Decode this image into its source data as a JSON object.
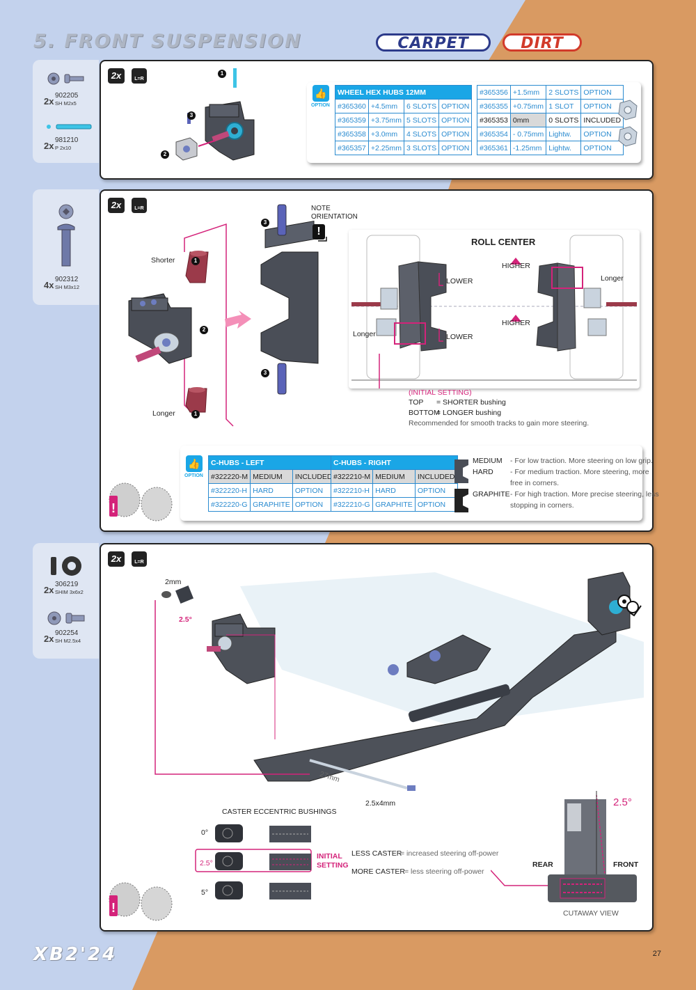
{
  "header": {
    "section_title": "5. FRONT SUSPENSION",
    "badge_carpet": "CARPET",
    "badge_dirt": "DIRT"
  },
  "colors": {
    "blue_bg": "#c3d2ed",
    "orange_bg": "#d99a62",
    "accent_magenta": "#d4237a",
    "option_blue": "#1aa6e6"
  },
  "step1": {
    "parts": [
      {
        "qty": "2x",
        "code": "902205",
        "desc": "SH M2x5"
      },
      {
        "qty": "2x",
        "code": "981210",
        "desc": "P 2x10"
      }
    ],
    "multiplier": "2x",
    "lr": "L=R",
    "callouts": [
      "1",
      "2",
      "3"
    ],
    "option_label": "OPTION",
    "hubs_header": "WHEEL HEX HUBS 12MM",
    "hubs_left": [
      [
        "#365360",
        "+4.5mm",
        "6 SLOTS",
        "OPTION"
      ],
      [
        "#365359",
        "+3.75mm",
        "5 SLOTS",
        "OPTION"
      ],
      [
        "#365358",
        "+3.0mm",
        "4 SLOTS",
        "OPTION"
      ],
      [
        "#365357",
        "+2.25mm",
        "3 SLOTS",
        "OPTION"
      ]
    ],
    "hubs_right": [
      [
        "#365356",
        "+1.5mm",
        "2 SLOTS",
        "OPTION"
      ],
      [
        "#365355",
        "+0.75mm",
        "1 SLOT",
        "OPTION"
      ],
      [
        "#365353",
        "0mm",
        "0 SLOTS",
        "INCLUDED"
      ],
      [
        "#365354",
        "- 0.75mm",
        "Lightw.",
        "OPTION"
      ],
      [
        "#365361",
        "-1.25mm",
        "Lightw.",
        "OPTION"
      ]
    ]
  },
  "step2": {
    "parts": [
      {
        "qty": "4x",
        "code": "902312",
        "desc": "SH M3x12"
      }
    ],
    "multiplier": "2x",
    "lr": "L=R",
    "label_shorter": "Shorter",
    "label_longer": "Longer",
    "note": "NOTE\nORIENTATION",
    "roll_center": {
      "title": "ROLL CENTER",
      "lower1": "LOWER",
      "lower2": "LOWER",
      "higher1": "HIGHER",
      "higher2": "HIGHER",
      "longer_left": "Longer",
      "longer_right": "Longer"
    },
    "initial": {
      "title": "(INITIAL SETTING)",
      "top_label": "TOP",
      "top_value": "= SHORTER bushing",
      "bottom_label": "BOTTOM",
      "bottom_value": "= LONGER bushing",
      "recommend": "Recommended for smooth tracks to gain more steering."
    },
    "option_label": "OPTION",
    "chubs_left_header": "C-HUBS - LEFT",
    "chubs_left": [
      [
        "#322220-M",
        "MEDIUM",
        "INCLUDED"
      ],
      [
        "#322220-H",
        "HARD",
        "OPTION"
      ],
      [
        "#322220-G",
        "GRAPHITE",
        "OPTION"
      ]
    ],
    "chubs_right_header": "C-HUBS - RIGHT",
    "chubs_right": [
      [
        "#322210-M",
        "MEDIUM",
        "INCLUDED"
      ],
      [
        "#322210-H",
        "HARD",
        "OPTION"
      ],
      [
        "#322210-G",
        "GRAPHITE",
        "OPTION"
      ]
    ],
    "materials": [
      {
        "name": "MEDIUM",
        "desc": "- For low traction. More steering on low grip."
      },
      {
        "name": "HARD",
        "desc": "- For medium traction. More steering, more",
        "desc2": "free in corners."
      },
      {
        "name": "GRAPHITE",
        "desc": "- For high traction. More precise steering, less",
        "desc2": "stopping in corners."
      }
    ]
  },
  "step3": {
    "parts": [
      {
        "qty": "2x",
        "code": "306219",
        "desc": "SHIM 3x6x2"
      },
      {
        "qty": "2x",
        "code": "902254",
        "desc": "SH M2.5x4"
      }
    ],
    "multiplier": "2x",
    "lr": "L=R",
    "label_2mm": "2mm",
    "label_25deg": "2.5°",
    "label_27mm": "27mm",
    "label_screw": "2.5x4mm",
    "caster_title": "CASTER ECCENTRIC BUSHINGS",
    "caster_rows": [
      "0°",
      "2.5°",
      "5°"
    ],
    "initial_setting": "INITIAL\nSETTING",
    "less_caster": "LESS CASTER",
    "less_caster_desc": "= increased steering off-power",
    "more_caster": "MORE CASTER",
    "more_caster_desc": "= less steering off-power",
    "cutaway_angle": "2.5°",
    "rear": "REAR",
    "front": "FRONT",
    "cutaway_view": "CUTAWAY VIEW"
  },
  "footer": {
    "logo": "XB2'24",
    "page": "27"
  }
}
